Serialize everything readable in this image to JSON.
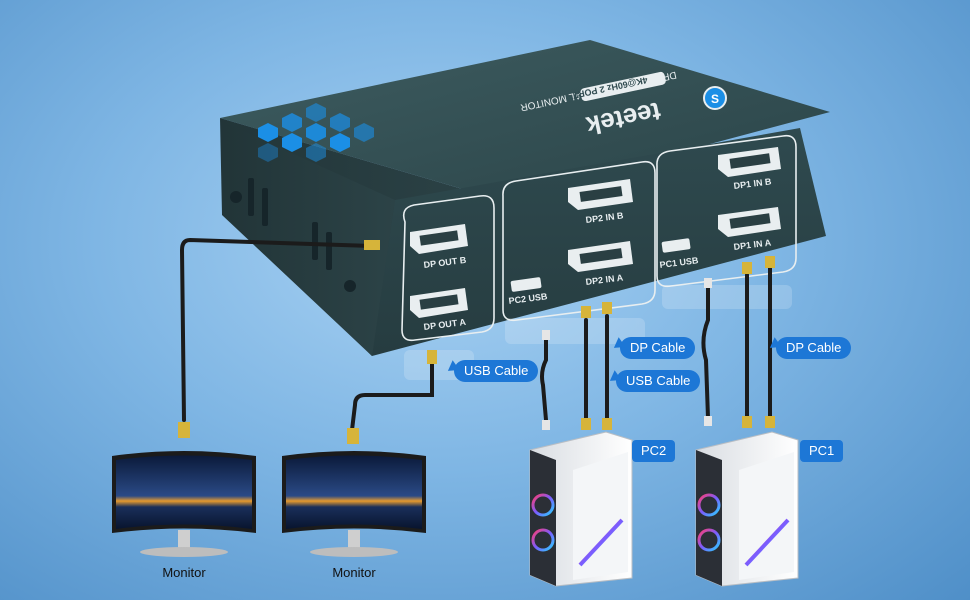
{
  "brand": {
    "name": "teetek",
    "product_line": "DP KVM SWITCH DUAL MONITOR",
    "badge": "4K@60Hz 2 PORT"
  },
  "ports": {
    "dp_out_b": "DP OUT B",
    "dp_out_a": "DP OUT A",
    "dp2_in_b": "DP2 IN B",
    "dp2_in_a": "DP2 IN A",
    "pc2_usb": "PC2 USB",
    "dp1_in_b": "DP1 IN B",
    "dp1_in_a": "DP1 IN A",
    "pc1_usb": "PC1 USB"
  },
  "callouts": {
    "usb_cable_left": "USB Cable",
    "dp_cable_left": "DP Cable",
    "usb_cable_right": "USB Cable",
    "dp_cable_right": "DP Cable"
  },
  "pcs": {
    "pc2": "PC2",
    "pc1": "PC1"
  },
  "monitors": {
    "left": "Monitor",
    "right": "Monitor"
  },
  "colors": {
    "device_body": "#2f4a4f",
    "accent_blue": "#1d77d6",
    "hex_blue": "#1b8fe6",
    "cable": "#1b1b1b",
    "plug_gold": "#d6b43a"
  }
}
